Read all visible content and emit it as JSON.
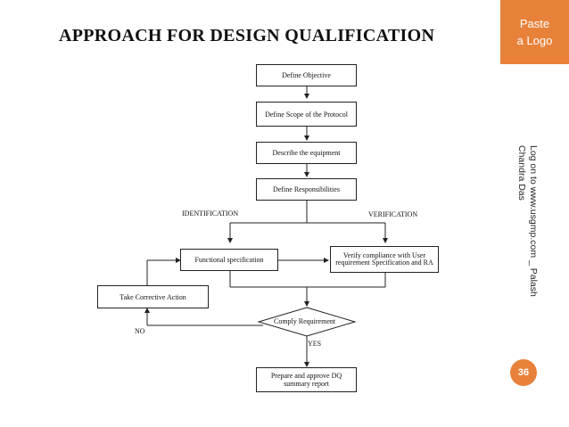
{
  "title": "APPROACH FOR DESIGN QUALIFICATION",
  "logo": {
    "line1": "Paste",
    "line2": "a Logo",
    "color": "#e8823a"
  },
  "side_text": "Log on to www.usgmp.com _ Palash\nChandra Das",
  "page_number": "36",
  "nodes": {
    "define_objective": "Define Objective",
    "define_scope": "Define Scope of the Protocol",
    "describe_equipment": "Describe the equipment",
    "define_responsibilities": "Define Responsibilities",
    "functional_spec": "Functional specification",
    "verify_compliance": "Verify compliance with User requirement Specification and RA",
    "corrective_action": "Take Corrective Action",
    "comply": "Comply Requirement",
    "prepare_report": "Prepare and approve DQ summary report"
  },
  "labels": {
    "identification": "IDENTIFICATION",
    "verification": "VERIFICATION",
    "no": "NO",
    "yes": "YES"
  }
}
